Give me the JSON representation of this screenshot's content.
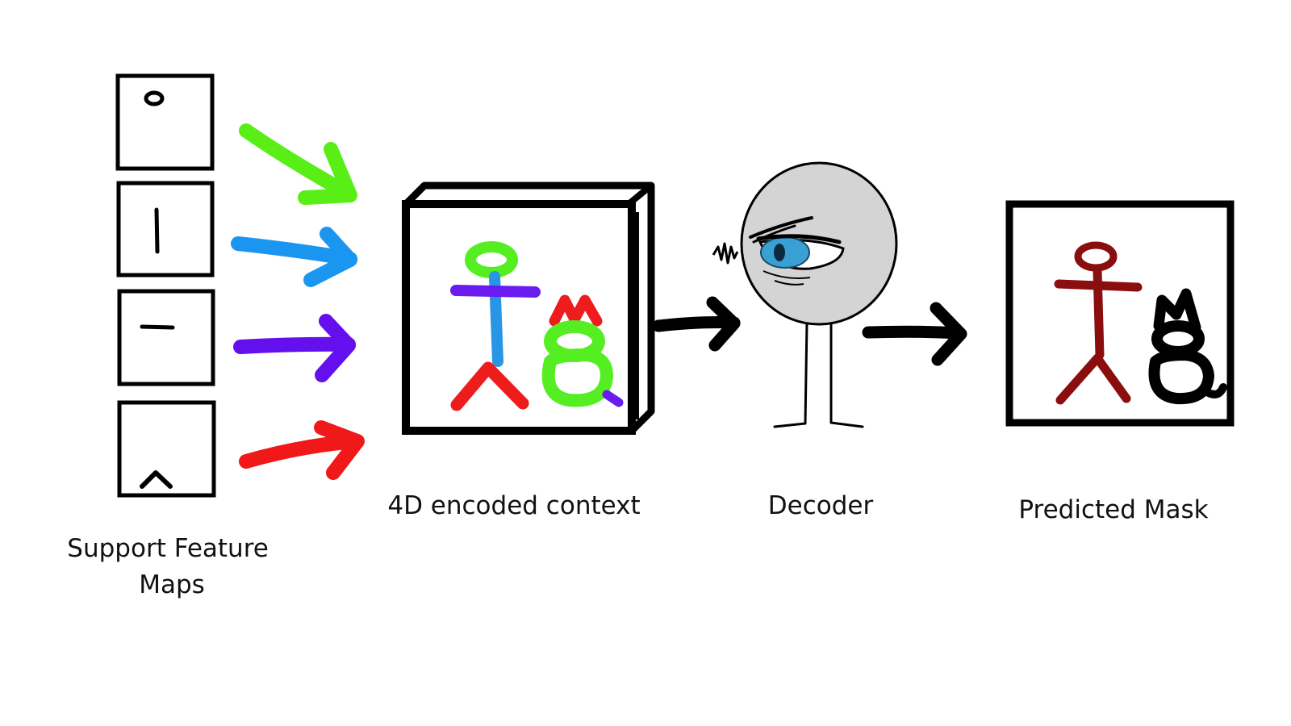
{
  "labels": {
    "support": [
      "Support Feature",
      "Maps"
    ],
    "context": "4D encoded context",
    "decoder": "Decoder",
    "mask": "Predicted Mask"
  },
  "colors": {
    "background": "#ffffff",
    "ink": "#000000",
    "arrow_1": "#59ee15",
    "arrow_2": "#1a96f0",
    "arrow_3": "#6410ee",
    "arrow_4": "#f01818",
    "figure_head": "#55ee22",
    "figure_arms": "#6a1cf0",
    "figure_body": "#2896e4",
    "figure_legs": "#ee1c1c",
    "cat_body": "#55ee22",
    "cat_ears": "#ee1c1c",
    "cat_tail": "#6a1cf0",
    "decoder_head": "#d4d4d4",
    "decoder_eye": "#3aa0d4",
    "mask_figure": "#8a0e0e",
    "mask_cat": "#000000"
  },
  "icons": {
    "support_maps": [
      "circle-stroke-icon",
      "vertical-stroke-icon",
      "horizontal-stroke-icon",
      "caret-stroke-icon"
    ],
    "context": "stick-figure-and-cat-cube-icon",
    "decoder": "decoder-character-icon",
    "mask": "predicted-mask-drawing-icon"
  }
}
